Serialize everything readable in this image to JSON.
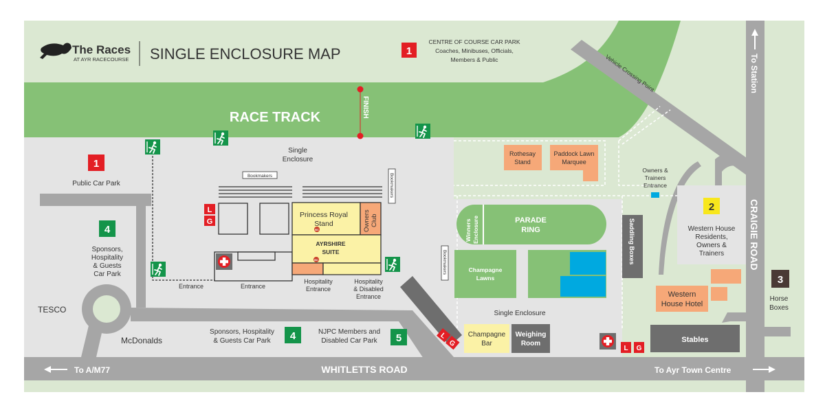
{
  "header": {
    "brand_name": "The Races",
    "brand_sub": "AT AYR RACECOURSE",
    "title": "SINGLE ENCLOSURE MAP"
  },
  "car_parks": {
    "centre_number": "1",
    "centre_title": "CENTRE OF COURSE CAR PARK",
    "centre_line2": "Coaches, Minibuses, Officials,",
    "centre_line3": "Members & Public",
    "public_number": "1",
    "public_label": "Public Car Park",
    "sponsors_number": "4",
    "sponsors_line1": "Sponsors,",
    "sponsors_line2": "Hospitality",
    "sponsors_line3": "& Guests",
    "sponsors_line4": "Car Park",
    "sponsors_south_number": "4",
    "sponsors_south_line1": "Sponsors, Hospitality",
    "sponsors_south_line2": "& Guests Car Park",
    "njpc_number": "5",
    "njpc_line1": "NJPC Members and",
    "njpc_line2": "Disabled Car Park",
    "western_number": "2",
    "western_line1": "Western House",
    "western_line2": "Residents,",
    "western_line3": "Owners &",
    "western_line4": "Trainers",
    "horse_number": "3",
    "horse_line1": "Horse",
    "horse_line2": "Boxes"
  },
  "track": {
    "race_track": "RACE TRACK",
    "finish": "FINISH",
    "vehicle_crossing": "Vehicle Crossing Point"
  },
  "roads": {
    "whitletts": "WHITLETTS ROAD",
    "craigie": "CRAIGIE ROAD",
    "to_am77": "To A/M77",
    "to_ayr": "To Ayr Town Centre",
    "to_station": "To Station"
  },
  "places": {
    "tesco": "TESCO",
    "mcdonalds": "McDonalds",
    "single_enclosure_1": "Single",
    "single_enclosure_2": "Enclosure",
    "single_enclosure_south": "Single Enclosure",
    "bookmakers": "Bookmakers",
    "rothesay_1": "Rothesay",
    "rothesay_2": "Stand",
    "paddock_1": "Paddock Lawn",
    "paddock_2": "Marquee",
    "owners_entrance_1": "Owners &",
    "owners_entrance_2": "Trainers",
    "owners_entrance_3": "Entrance",
    "princess_1": "Princess Royal",
    "princess_2": "Stand",
    "owners_club_1": "Owners",
    "owners_club_2": "Club",
    "ayrshire_1": "AYRSHIRE",
    "ayrshire_2": "SUITE",
    "bc": "BC",
    "winners_1": "Winners",
    "winners_2": "Enclosure",
    "parade_1": "PARADE",
    "parade_2": "RING",
    "champagne_lawns_1": "Champagne",
    "champagne_lawns_2": "Lawns",
    "saddling": "Saddling Boxes",
    "western_hotel_1": "Western",
    "western_hotel_2": "House Hotel",
    "champagne_bar_1": "Champagne",
    "champagne_bar_2": "Bar",
    "weighing_1": "Weighing",
    "weighing_2": "Room",
    "stables": "Stables",
    "entrance": "Entrance",
    "hosp_entrance_1": "Hospitality",
    "hosp_entrance_2": "Entrance",
    "hosp_dis_1": "Hospitality",
    "hosp_dis_2": "& Disabled",
    "hosp_dis_3": "Entrance",
    "lift_l": "L",
    "lift_g": "G"
  },
  "colors": {
    "grass_light": "#dbe8d2",
    "track_green": "#86c176",
    "enclosure_grey": "#e4e4e4",
    "road_grey": "#a6a6a6",
    "dark_grey": "#6e6e6e",
    "red": "#e31e24",
    "green": "#14944a",
    "yellow": "#f8e71c",
    "orange": "#f6a878",
    "cream": "#fbf2a6",
    "blue": "#00a9e0",
    "brown": "#4a3a35"
  },
  "icons": [
    "emergency-exit-icon",
    "first-aid-icon",
    "racehorse-logo-icon",
    "arrow-left-icon",
    "arrow-right-icon",
    "arrow-up-icon"
  ]
}
